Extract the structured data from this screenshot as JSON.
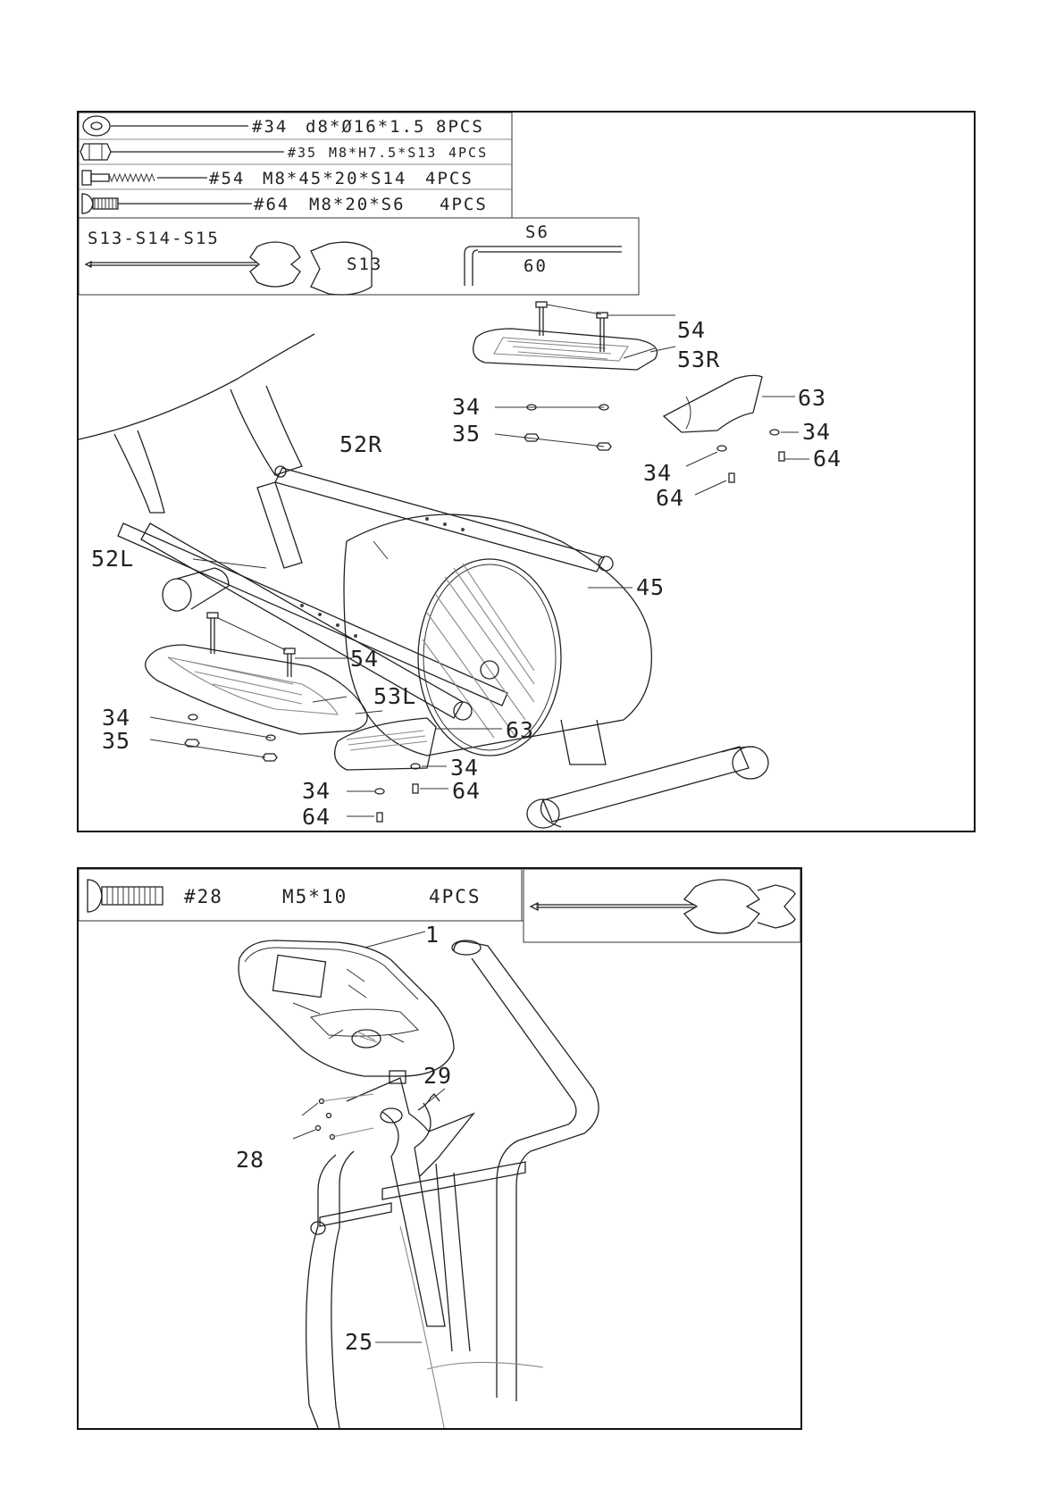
{
  "panel_top": {
    "hardware": [
      {
        "code": "#34",
        "spec": "d8*Ø16*1.5",
        "qty": "8PCS",
        "icon": "washer-icon"
      },
      {
        "code": "#35",
        "spec": "M8*H7.5*S13",
        "qty": "4PCS",
        "icon": "nut-icon"
      },
      {
        "code": "#54",
        "spec": "M8*45*20*S14",
        "qty": "4PCS",
        "icon": "bolt-icon"
      },
      {
        "code": "#64",
        "spec": "M8*20*S6",
        "qty": "4PCS",
        "icon": "screw-icon"
      }
    ],
    "tools": {
      "wrench_sizes": "S13-S14-S15",
      "wrench_tag": "S13",
      "hex_key_size": "S6",
      "hex_key_length": "60"
    },
    "callouts": {
      "bolt_right": "54",
      "pedal_right": "53R",
      "cover_right": "63",
      "washer_right_a": "34",
      "nut_right": "35",
      "washer_right_b": "34",
      "screw_right_b": "64",
      "washer_right_c": "34",
      "screw_right_c": "64",
      "arm_right": "52R",
      "arm_left": "52L",
      "flywheel_cover": "45",
      "bolt_left": "54",
      "pedal_left": "53L",
      "washer_left": "34",
      "nut_left": "35",
      "cover_left": "63",
      "washer_left_b": "34",
      "screw_left_b": "64",
      "washer_left_c": "34",
      "screw_left_c": "64"
    }
  },
  "panel_bottom": {
    "hardware": [
      {
        "code": "#28",
        "spec": "M5*10",
        "qty": "4PCS",
        "icon": "screw-icon"
      }
    ],
    "callouts": {
      "console": "1",
      "cable": "29",
      "screws": "28",
      "handlebar": "25"
    }
  }
}
